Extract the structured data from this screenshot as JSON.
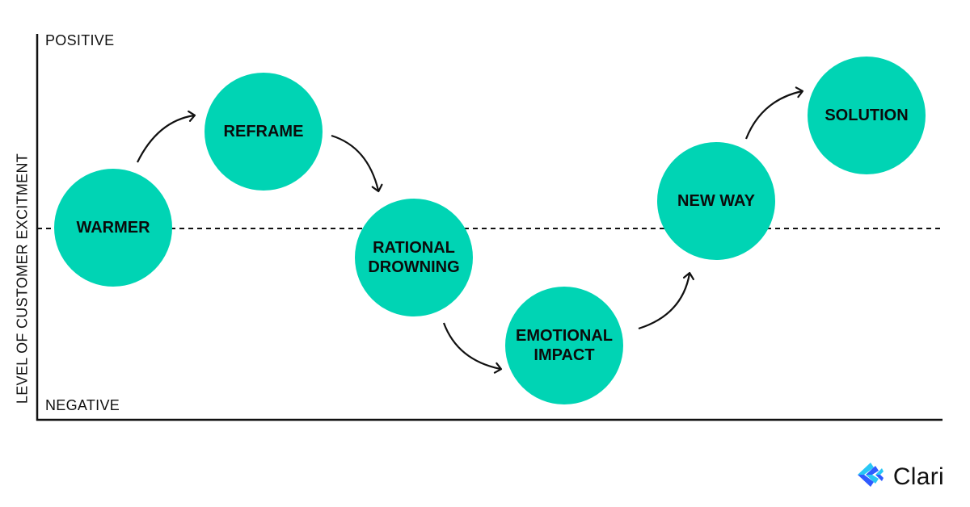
{
  "axis": {
    "positive": "POSITIVE",
    "negative": "NEGATIVE",
    "y_label": "LEVEL OF CUSTOMER EXCITMENT"
  },
  "nodes": [
    {
      "key": "warmer",
      "label": "WARMER"
    },
    {
      "key": "reframe",
      "label": "REFRAME"
    },
    {
      "key": "rational",
      "label": "RATIONAL\nDROWNING"
    },
    {
      "key": "emotional",
      "label": "EMOTIONAL\nIMPACT"
    },
    {
      "key": "newway",
      "label": "NEW WAY"
    },
    {
      "key": "solution",
      "label": "SOLUTION"
    }
  ],
  "brand": {
    "name": "Clari",
    "logo_icon": "clari-logo-icon"
  },
  "colors": {
    "node": "#00d4b4",
    "line": "#111111",
    "logo_blue": "#2f5bff",
    "logo_cyan": "#29c7f5"
  }
}
